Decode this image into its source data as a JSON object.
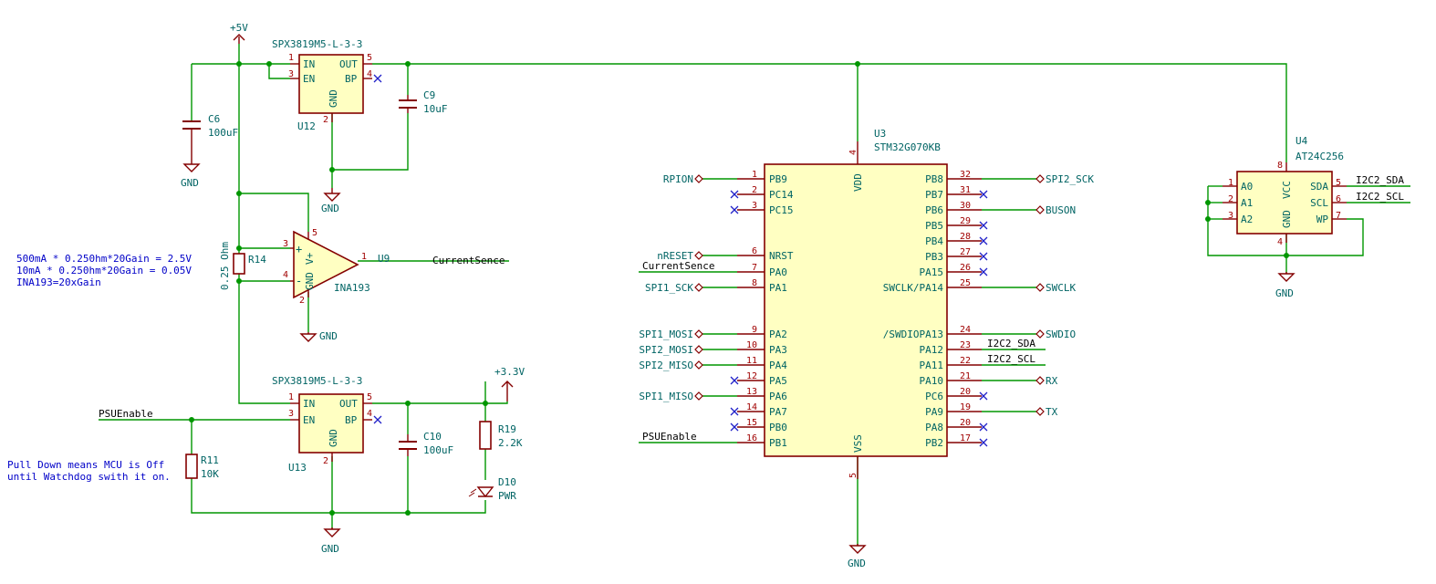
{
  "power": {
    "p5v": "+5V",
    "p33v": "+3.3V",
    "gnd_u12": "GND",
    "gnd_c6": "GND",
    "gnd_u9": "GND",
    "gnd_u13": "GND",
    "gnd_u3": "GND",
    "gnd_u4": "GND"
  },
  "u12": {
    "part": "SPX3819M5-L-3-3",
    "ref": "U12",
    "pins": {
      "in": "IN",
      "en": "EN",
      "out": "OUT",
      "bp": "BP",
      "gnd": "GND"
    },
    "nums": {
      "in": "1",
      "en": "3",
      "out": "5",
      "bp": "4",
      "gnd": "2"
    }
  },
  "u13": {
    "part": "SPX3819M5-L-3-3",
    "ref": "U13",
    "pins": {
      "in": "IN",
      "en": "EN",
      "out": "OUT",
      "bp": "BP",
      "gnd": "GND"
    },
    "nums": {
      "in": "1",
      "en": "3",
      "out": "5",
      "bp": "4",
      "gnd": "2"
    }
  },
  "c6": {
    "ref": "C6",
    "value": "100uF"
  },
  "c9": {
    "ref": "C9",
    "value": "10uF"
  },
  "c10": {
    "ref": "C10",
    "value": "100uF"
  },
  "r14": {
    "ref": "R14",
    "value": "0.25 Ohm"
  },
  "r11": {
    "ref": "R11",
    "value": "10K"
  },
  "r19": {
    "ref": "R19",
    "value": "2.2K"
  },
  "d10": {
    "ref": "D10",
    "value": "PWR"
  },
  "u9": {
    "ref": "U9",
    "part": "INA193",
    "pins": {
      "vp": "V+",
      "gnd": "GND",
      "plus": "+",
      "minus": "-"
    },
    "nums": {
      "inp": "3",
      "inn": "4",
      "vp": "5",
      "gnd": "2",
      "out": "1"
    }
  },
  "notes": {
    "line1": "500mA * 0.250hm*20Gain = 2.5V",
    "line2": "10mA * 0.250hm*20Gain = 0.05V",
    "line3": "INA193=20xGain",
    "pulldown1": "Pull Down means MCU is Off",
    "pulldown2": "until Watchdog swith it on."
  },
  "labels": {
    "currentsence_u9": "CurrentSence",
    "psuenable_left": "PSUEnable"
  },
  "u3": {
    "ref": "U3",
    "part": "STM32G070KB",
    "vdd": "VDD",
    "vss": "VSS",
    "vdd_num": "4",
    "vss_num": "5",
    "left_pins": [
      {
        "num": "1",
        "name": "PB9",
        "net": "RPION",
        "kind": "global"
      },
      {
        "num": "2",
        "name": "PC14",
        "net": "",
        "kind": "nc"
      },
      {
        "num": "3",
        "name": "PC15",
        "net": "",
        "kind": "nc"
      },
      {
        "num": "6",
        "name": "NRST",
        "net": "nRESET",
        "kind": "global"
      },
      {
        "num": "7",
        "name": "PA0",
        "net": "CurrentSence",
        "kind": "local"
      },
      {
        "num": "8",
        "name": "PA1",
        "net": "SPI1_SCK",
        "kind": "global"
      },
      {
        "num": "9",
        "name": "PA2",
        "net": "SPI1_MOSI",
        "kind": "global"
      },
      {
        "num": "10",
        "name": "PA3",
        "net": "SPI2_MOSI",
        "kind": "global"
      },
      {
        "num": "11",
        "name": "PA4",
        "net": "SPI2_MISO",
        "kind": "global"
      },
      {
        "num": "12",
        "name": "PA5",
        "net": "",
        "kind": "nc"
      },
      {
        "num": "13",
        "name": "PA6",
        "net": "SPI1_MISO",
        "kind": "global"
      },
      {
        "num": "14",
        "name": "PA7",
        "net": "",
        "kind": "nc"
      },
      {
        "num": "15",
        "name": "PB0",
        "net": "",
        "kind": "nc"
      },
      {
        "num": "16",
        "name": "PB1",
        "net": "PSUEnable",
        "kind": "local"
      }
    ],
    "right_pins": [
      {
        "num": "32",
        "name": "PB8",
        "net": "SPI2_SCK",
        "kind": "global"
      },
      {
        "num": "31",
        "name": "PB7",
        "net": "",
        "kind": "nc"
      },
      {
        "num": "30",
        "name": "PB6",
        "net": "BUSON",
        "kind": "global"
      },
      {
        "num": "29",
        "name": "PB5",
        "net": "",
        "kind": "nc"
      },
      {
        "num": "28",
        "name": "PB4",
        "net": "",
        "kind": "nc"
      },
      {
        "num": "27",
        "name": "PB3",
        "net": "",
        "kind": "nc"
      },
      {
        "num": "26",
        "name": "PA15",
        "net": "",
        "kind": "nc"
      },
      {
        "num": "25",
        "name": "SWCLK/PA14",
        "net": "SWCLK",
        "kind": "global"
      },
      {
        "num": "24",
        "name": "/SWDIOPA13",
        "net": "SWDIO",
        "kind": "global"
      },
      {
        "num": "23",
        "name": "PA12",
        "net": "I2C2_SDA",
        "kind": "local"
      },
      {
        "num": "22",
        "name": "PA11",
        "net": "I2C2_SCL",
        "kind": "local"
      },
      {
        "num": "21",
        "name": "PA10",
        "net": "RX",
        "kind": "global"
      },
      {
        "num": "20",
        "name": "PC6",
        "net": "",
        "kind": "nc"
      },
      {
        "num": "19",
        "name": "PA9",
        "net": "TX",
        "kind": "global"
      },
      {
        "num": "20",
        "name": "PA8",
        "net": "",
        "kind": "nc"
      },
      {
        "num": "17",
        "name": "PB2",
        "net": "",
        "kind": "nc"
      }
    ]
  },
  "u4": {
    "ref": "U4",
    "part": "AT24C256",
    "vcc": "VCC",
    "gnd": "GND",
    "vcc_num": "8",
    "gnd_num": "4",
    "left_pins": [
      {
        "num": "1",
        "name": "A0"
      },
      {
        "num": "2",
        "name": "A1"
      },
      {
        "num": "3",
        "name": "A2"
      }
    ],
    "right_pins": [
      {
        "num": "5",
        "name": "SDA",
        "net": "I2C2_SDA"
      },
      {
        "num": "6",
        "name": "SCL",
        "net": "I2C2_SCL"
      },
      {
        "num": "7",
        "name": "WP",
        "net": ""
      }
    ]
  }
}
